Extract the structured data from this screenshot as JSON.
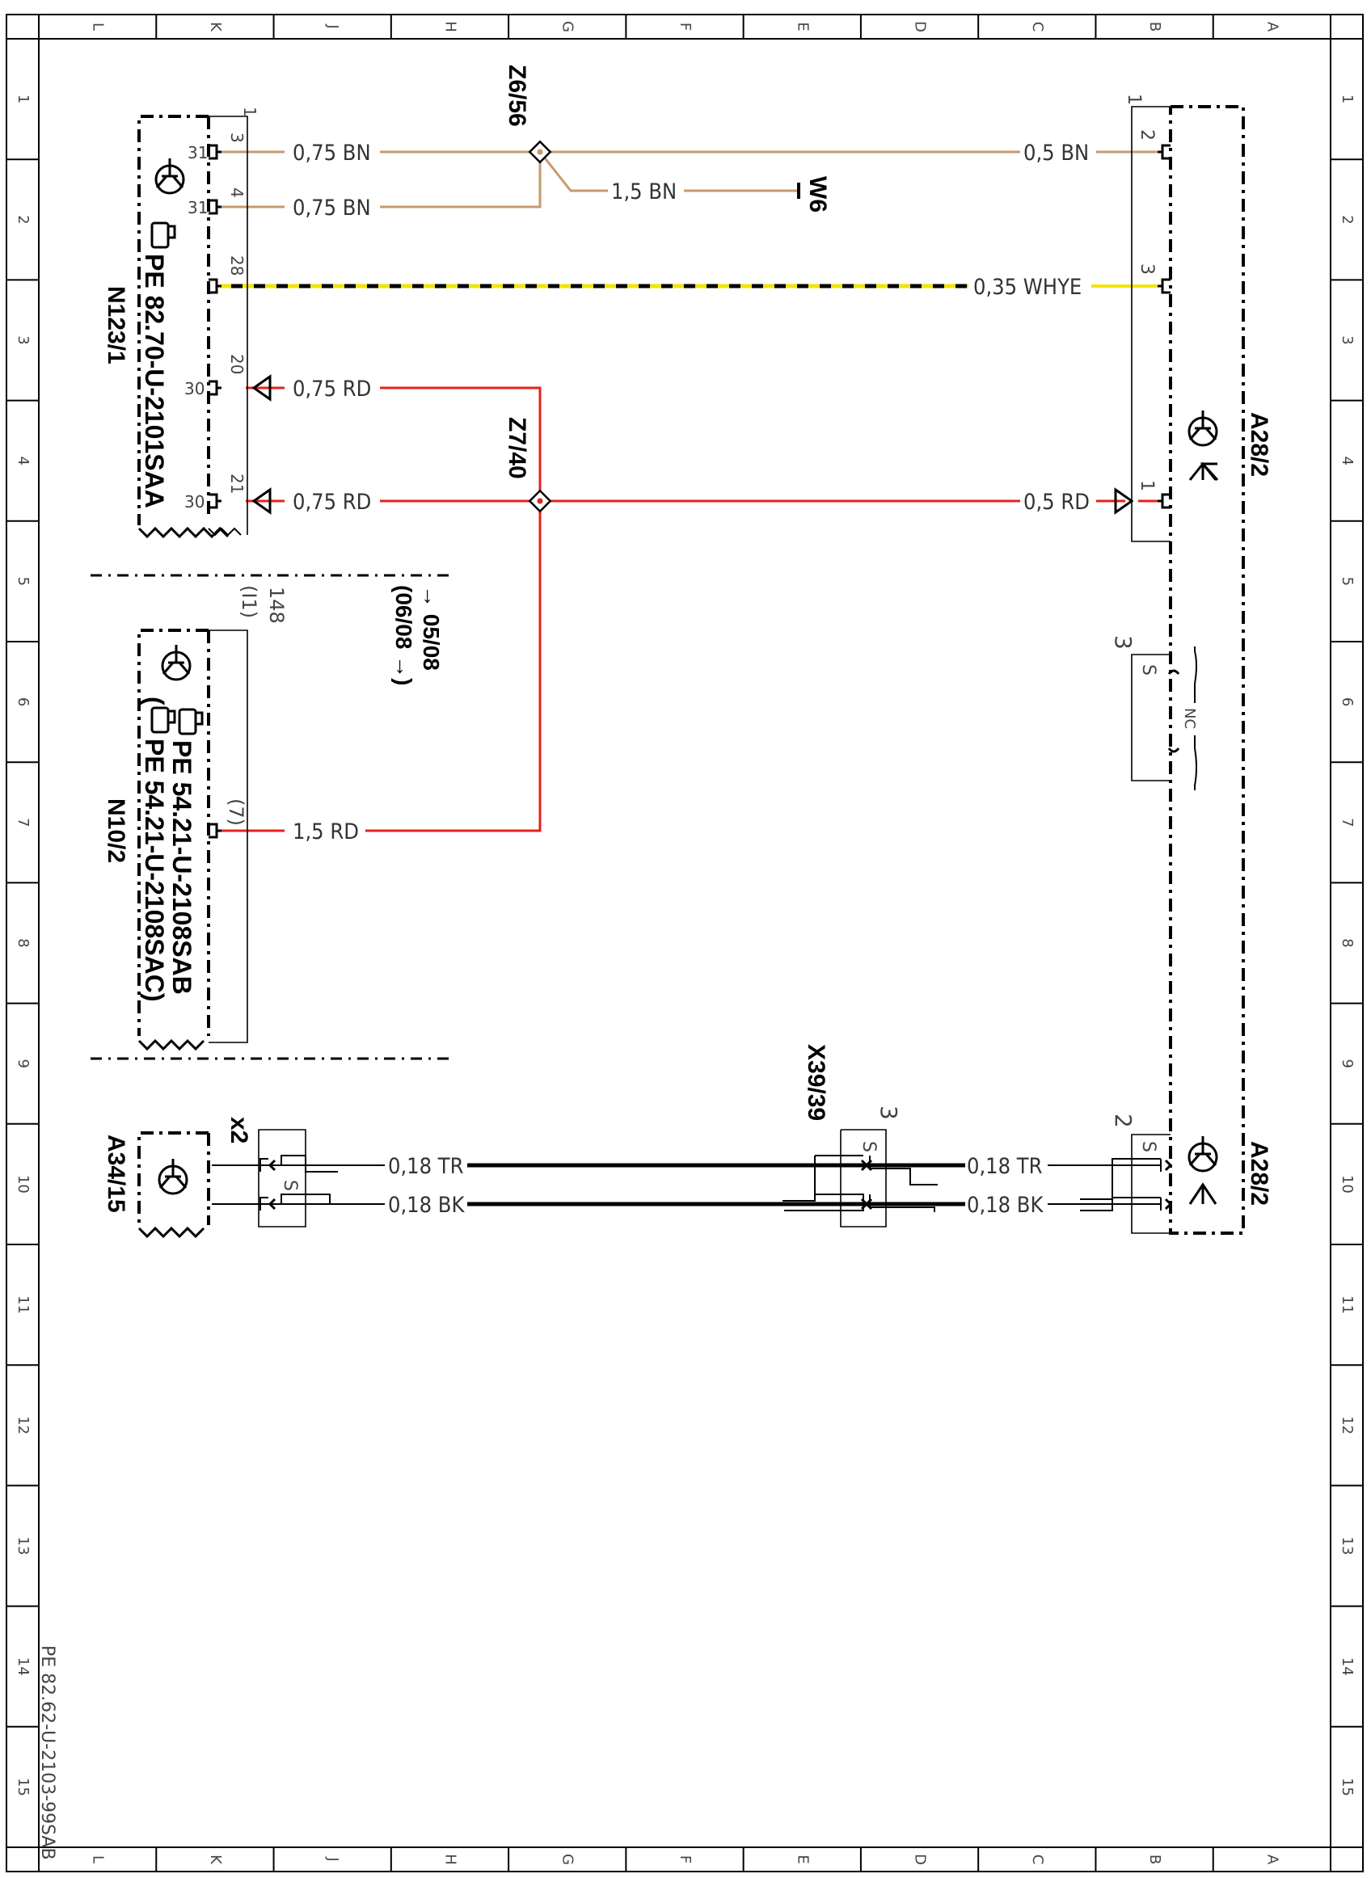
{
  "colors": {
    "brown": "#c69a6d",
    "red": "#e8201b",
    "yellow": "#f2e40c",
    "black": "#000000"
  },
  "grid": {
    "columns": [
      "L",
      "K",
      "J",
      "H",
      "G",
      "F",
      "E",
      "D",
      "C",
      "B",
      "A"
    ],
    "rows": [
      "1",
      "2",
      "3",
      "4",
      "5",
      "6",
      "7",
      "8",
      "9",
      "10",
      "11",
      "12",
      "13",
      "14",
      "15"
    ]
  },
  "components": {
    "n123_1": {
      "id": "N123/1",
      "ref": "PE 82.70-U-2101SAA",
      "ref_icon": "hand-pointer-icon",
      "connector": "1"
    },
    "n10_2": {
      "id": "N10/2",
      "ref1": "PE 54.21-U-2108SAB",
      "ref2": "(",
      "ref2b": "PE 54.21-U-2108SAC)",
      "ref_icon": "hand-pointer-icon",
      "connector": "148",
      "connector_sub": "(I1)"
    },
    "a28_2_top": {
      "id": "A28/2",
      "connector": "1"
    },
    "a28_2_bottom": {
      "id": "A28/2"
    },
    "a34_15": {
      "id": "A34/15",
      "connector": "x2"
    },
    "x39_39": {
      "id": "X39/39",
      "pin": "3"
    },
    "z6_56": {
      "id": "Z6/56"
    },
    "z7_40": {
      "id": "Z7/40"
    },
    "w6": {
      "id": "W6"
    }
  },
  "validity": {
    "from": "→ 05/08",
    "until": "(06/08 →)"
  },
  "n123_pins": [
    {
      "pin": "3",
      "term": "31"
    },
    {
      "pin": "4",
      "term": "31"
    },
    {
      "pin": "28",
      "term": ""
    },
    {
      "pin": "20",
      "term": "30"
    },
    {
      "pin": "21",
      "term": "30"
    }
  ],
  "n10_pins": [
    {
      "pin": "(7)",
      "term": ""
    }
  ],
  "a28_pins": [
    {
      "pin": "2"
    },
    {
      "pin": "3"
    },
    {
      "pin": "1"
    }
  ],
  "switch": {
    "pin": "3",
    "s_label": "S",
    "nc_label": "NC"
  },
  "a28_bottom_pin": "2",
  "x2_s": "S",
  "x39_s": "S",
  "a28b_s": "S",
  "wires": {
    "n123_p3": "0,75 BN",
    "n123_p4": "0,75 BN",
    "z6_w6": "1,5 BN",
    "z6_a28": "0,5 BN",
    "can_whye": "0,35 WHYE",
    "n123_p20": "0,75 RD",
    "n123_p21": "0,75 RD",
    "z7_a28": "0,5 RD",
    "n10_rd": "1,5 RD",
    "tr_left": "0,18 TR",
    "bk_left": "0,18 BK",
    "tr_right": "0,18 TR",
    "bk_right": "0,18 BK"
  },
  "footer_ref": "PE 82.62-U-2103-99SAB"
}
